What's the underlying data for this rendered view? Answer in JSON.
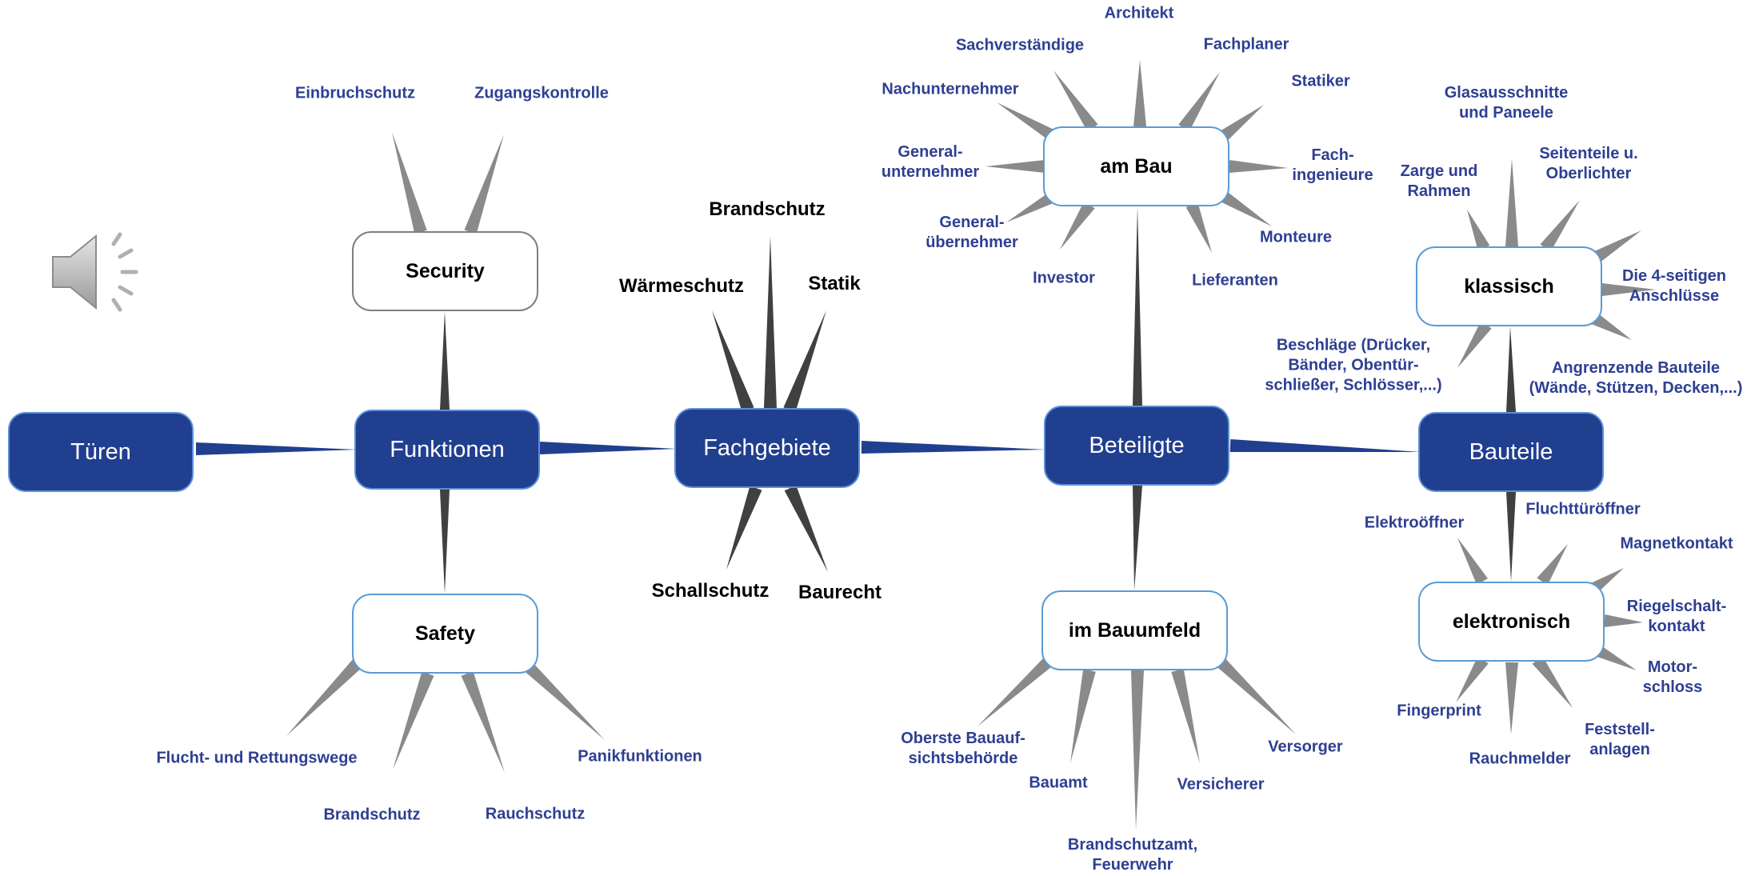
{
  "colors": {
    "main_fill": "#213f8f",
    "main_border": "#5b8fd6",
    "sub_border": "#5b9bd5",
    "sub_border_grey": "#7f7f7f",
    "label_blue": "#2e3f92",
    "spike_grey": "#8a8a8a",
    "spike_dark": "#404040",
    "connector": "#213f8f"
  },
  "speaker_icon": "speaker-icon",
  "main_nodes": {
    "tueren": "Türen",
    "funktionen": "Funktionen",
    "fachgebiete": "Fachgebiete",
    "beteiligte": "Beteiligte",
    "bauteile": "Bauteile"
  },
  "sub_nodes": {
    "security": "Security",
    "safety": "Safety",
    "am_bau": "am Bau",
    "im_bauumfeld": "im Bauumfeld",
    "klassisch": "klassisch",
    "elektronisch": "elektronisch"
  },
  "labels": {
    "security": [
      "Einbruchschutz",
      "Zugangskontrolle"
    ],
    "safety": [
      "Flucht- und Rettungswege",
      "Brandschutz",
      "Rauchschutz",
      "Panikfunktionen"
    ],
    "fachgebiete": [
      "Wärmeschutz",
      "Brandschutz",
      "Statik",
      "Schallschutz",
      "Baurecht"
    ],
    "am_bau": [
      "Architekt",
      "Sachverständige",
      "Fachplaner",
      "Nachunternehmer",
      "Statiker",
      "General-\nunternehmer",
      "Fach-\ningenieure",
      "General-\nübernehmer",
      "Monteure",
      "Investor",
      "Lieferanten"
    ],
    "im_bauumfeld": [
      "Oberste Bauauf-\nsichtsbehörde",
      "Bauamt",
      "Brandschutzamt,\nFeuerwehr",
      "Versicherer",
      "Versorger"
    ],
    "klassisch": [
      "Glasausschnitte\nund Paneele",
      "Zarge und\nRahmen",
      "Seitenteile u.\nOberlichter",
      "Die 4-seitigen\nAnschlüsse",
      "Beschläge (Drücker,\nBänder, Obentür-\nschließer, Schlösser,...)",
      "Angrenzende Bauteile\n(Wände, Stützen, Decken,...)"
    ],
    "elektronisch": [
      "Elektroöffner",
      "Fluchttüröffner",
      "Magnetkontakt",
      "Riegelschalt-\nkontakt",
      "Motor-\nschloss",
      "Feststell-\nanlagen",
      "Rauchmelder",
      "Fingerprint"
    ]
  }
}
